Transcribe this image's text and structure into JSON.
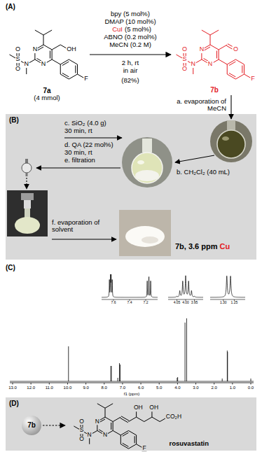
{
  "diagram": {
    "nodes": [
      {
        "text": [
          "7a",
          "(4 mmol)"
        ]
      },
      {
        "text": [
          "7b"
        ]
      },
      {
        "text": [
          "(B)"
        ]
      },
      {
        "text": [
          "7b, 3.6 ppm",
          "Cu"
        ],
        "in": 2
      },
      {
        "text": [
          "(D)"
        ]
      },
      {
        "text": [
          "7b"
        ],
        "in": 4
      },
      {
        "text": [
          "rosuvastatin"
        ],
        "in": 4
      }
    ],
    "edges": [
      {
        "from": 0,
        "to": 1,
        "arrow": "to"
      },
      {
        "from": 5,
        "to": 6,
        "arrow": "to"
      }
    ],
    "labels": [
      "(A)",
      "bpy (5 mol%)",
      "DMAP (10 mol%)",
      "CuI",
      "(5 mol%)",
      "ABNO (0.2 mol%)",
      "MeCN (0.2 M)",
      "2 h, rt",
      "in air",
      "(82%)",
      "O",
      "S",
      "O",
      "N",
      "N",
      "N",
      "OH",
      "F",
      "O",
      "S",
      "O",
      "N",
      "N",
      "N",
      "O",
      "F",
      "a. evaporation of MeCN",
      "b. CH₂Cl₂ (40 mL)",
      "c. SiO₂ (4.0 g)",
      "30 min, rt",
      "d. QA (22 mol%)",
      "30 min, rt",
      "e. filtration",
      "f. evaporation of solvent",
      "(C)",
      "13.0",
      "12.0",
      "11.0",
      "10.0",
      "9.0",
      "8.0",
      "7.0",
      "6.0",
      "5.0",
      "4.0",
      "3.0",
      "2.0",
      "1.0",
      "0.0",
      "f1 (ppm)",
      "7.6",
      "7.4",
      "7.2",
      "4.05",
      "4.00",
      "3.95",
      "1.30",
      "1.25",
      "O",
      "S",
      "O",
      "N",
      "N",
      "N",
      "OH",
      "OH",
      "CO₂H",
      "F"
    ]
  }
}
